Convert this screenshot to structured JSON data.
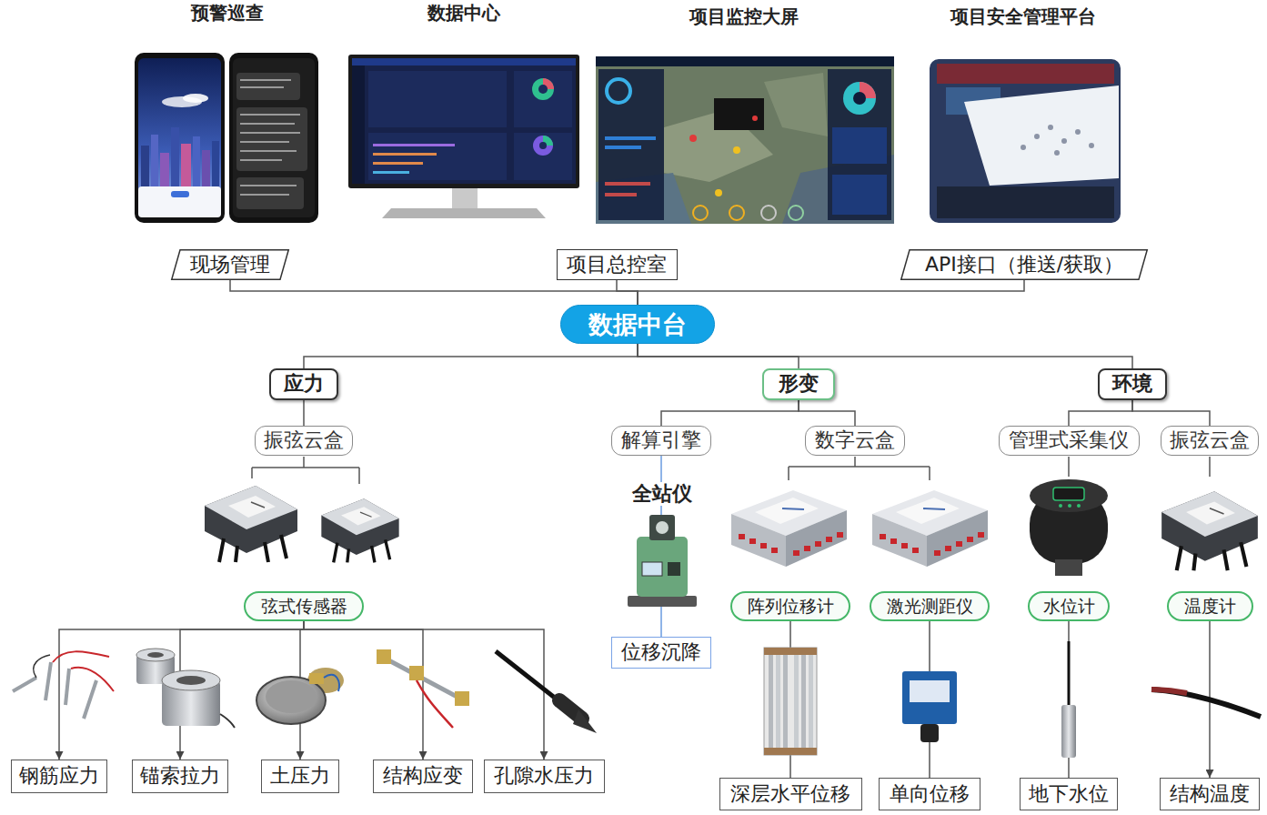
{
  "diagram": {
    "nodes": [
      {
        "text": [
          "现场管理"
        ]
      },
      {
        "text": [
          "项目总控室"
        ]
      },
      {
        "text": [
          "API接口（推送/获取）"
        ]
      },
      {
        "text": [
          "数据中台"
        ]
      },
      {
        "text": [
          "应力"
        ]
      },
      {
        "text": [
          "形变"
        ]
      },
      {
        "text": [
          "环境"
        ]
      },
      {
        "text": [
          "振弦云盒"
        ]
      },
      {
        "text": [
          "解算引擎"
        ]
      },
      {
        "text": [
          "数字云盒"
        ]
      },
      {
        "text": [
          "管理式采集仪"
        ]
      },
      {
        "text": [
          "振弦云盒"
        ]
      },
      {
        "text": [
          "弦式传感器"
        ]
      },
      {
        "text": [
          "阵列位移计"
        ]
      },
      {
        "text": [
          "激光测距仪"
        ]
      },
      {
        "text": [
          "水位计"
        ]
      },
      {
        "text": [
          "温度计"
        ]
      },
      {
        "text": [
          "位移沉降"
        ]
      },
      {
        "text": [
          "钢筋应力"
        ]
      },
      {
        "text": [
          "锚索拉力"
        ]
      },
      {
        "text": [
          "土压力"
        ]
      },
      {
        "text": [
          "结构应变"
        ]
      },
      {
        "text": [
          "孔隙水压力"
        ]
      },
      {
        "text": [
          "深层水平位移"
        ]
      },
      {
        "text": [
          "单向位移"
        ]
      },
      {
        "text": [
          "地下水位"
        ]
      },
      {
        "text": [
          "结构温度"
        ]
      }
    ],
    "edges": [
      {
        "from": 3,
        "to": 0,
        "arrow": "none"
      },
      {
        "from": 3,
        "to": 1,
        "arrow": "none"
      },
      {
        "from": 3,
        "to": 2,
        "arrow": "none"
      },
      {
        "from": 3,
        "to": 4,
        "arrow": "none"
      },
      {
        "from": 3,
        "to": 5,
        "arrow": "none"
      },
      {
        "from": 3,
        "to": 6,
        "arrow": "none"
      },
      {
        "from": 4,
        "to": 7,
        "arrow": "none"
      },
      {
        "from": 5,
        "to": 8,
        "arrow": "none"
      },
      {
        "from": 5,
        "to": 9,
        "arrow": "none"
      },
      {
        "from": 6,
        "to": 10,
        "arrow": "none"
      },
      {
        "from": 6,
        "to": 11,
        "arrow": "none"
      },
      {
        "from": 12,
        "to": 18,
        "arrow": "to"
      },
      {
        "from": 12,
        "to": 19,
        "arrow": "to"
      },
      {
        "from": 12,
        "to": 20,
        "arrow": "to"
      },
      {
        "from": 12,
        "to": 21,
        "arrow": "to"
      },
      {
        "from": 12,
        "to": 22,
        "arrow": "to"
      },
      {
        "from": 8,
        "to": 17,
        "arrow": "none"
      },
      {
        "from": 13,
        "to": 23,
        "arrow": "none"
      },
      {
        "from": 14,
        "to": 24,
        "arrow": "none"
      },
      {
        "from": 15,
        "to": 25,
        "arrow": "none"
      },
      {
        "from": 16,
        "to": 26,
        "arrow": "to"
      }
    ],
    "labels": [
      "预警巡查",
      "数据中心",
      "项目监控大屏",
      "项目安全管理平台",
      "全站仪"
    ]
  }
}
